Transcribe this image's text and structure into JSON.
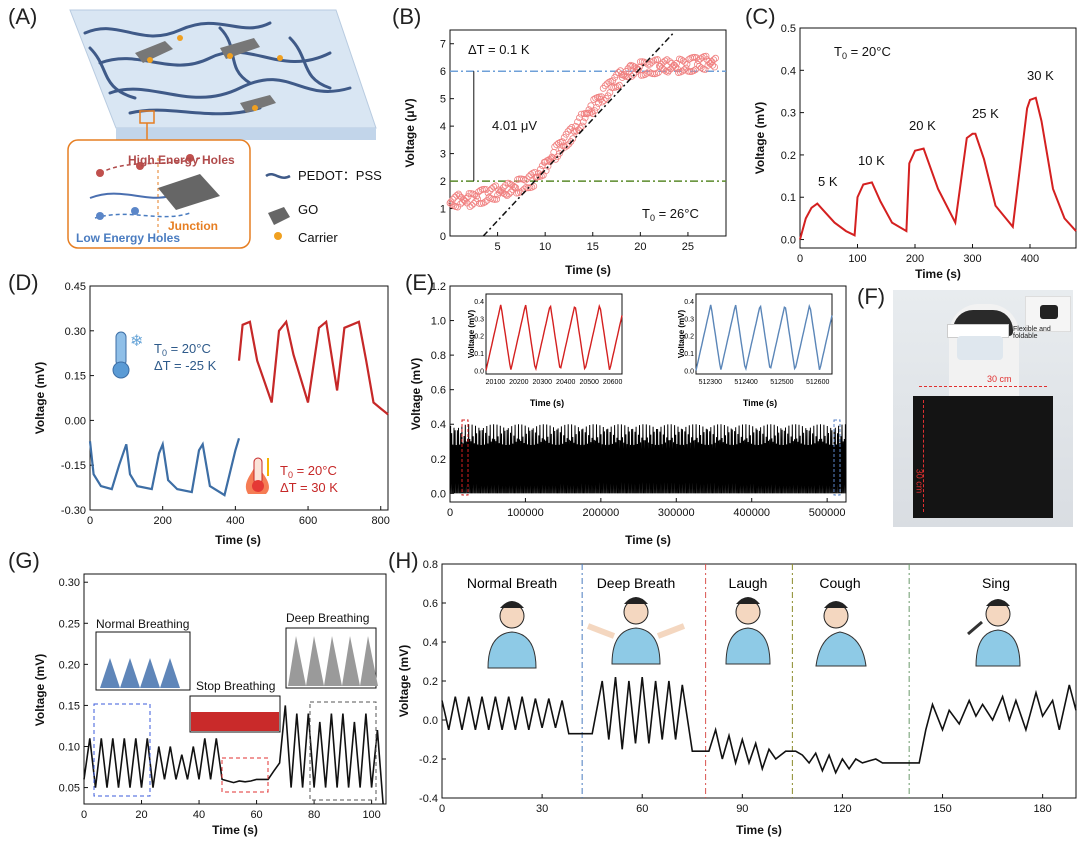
{
  "labels": {
    "A": "(A)",
    "B": "(B)",
    "C": "(C)",
    "D": "(D)",
    "E": "(E)",
    "F": "(F)",
    "G": "(G)",
    "H": "(H)"
  },
  "panelA": {
    "high": "High Energy Holes",
    "low": "Low Energy Holes",
    "junction": "Junction",
    "legend": [
      "PEDOT：PSS",
      "GO",
      "Carrier"
    ]
  },
  "panelB": {
    "dT": "ΔT = 0.1 K",
    "delta": "4.01 μV",
    "t0": "T",
    "t0sub": "0",
    "t0rest": " = 26°C",
    "ylabel": "Voltage (μV)",
    "xlabel": "Time (s)"
  },
  "panelC": {
    "t0": "T",
    "t0sub": "0",
    "t0rest": " = 20°C",
    "ylabel": "Voltage (mV)",
    "xlabel": "Time (s)",
    "peaks": [
      "5 K",
      "10 K",
      "20 K",
      "25 K",
      "30 K"
    ]
  },
  "panelD": {
    "cold1": "T",
    "cold1sub": "0",
    "cold1rest": " = 20°C",
    "cold2": "ΔT = -25 K",
    "hot1": "T",
    "hot1sub": "0",
    "hot1rest": " = 20°C",
    "hot2": "ΔT = 30 K",
    "ylabel": "Voltage (mV)",
    "xlabel": "Time (s)"
  },
  "panelE": {
    "ylabel": "Voltage (mV)",
    "xlabel": "Time (s)",
    "insetY": "Voltage (mV)",
    "insetX": "Time (s)"
  },
  "panelF": {
    "note": "Flexible and foldable",
    "w": "30 cm",
    "h": "30 cm"
  },
  "panelG": {
    "ylabel": "Voltage (mV)",
    "xlabel": "Time (s)",
    "normal": "Normal Breathing",
    "stop": "Stop Breathing",
    "deep": "Deep Breathing"
  },
  "panelH": {
    "ylabel": "Voltage (mV)",
    "xlabel": "Time (s)",
    "sections": [
      "Normal Breath",
      "Deep Breath",
      "Laugh",
      "Cough",
      "Sing"
    ]
  },
  "chart_data": [
    {
      "type": "scatter",
      "panel": "B",
      "xlabel": "Time (s)",
      "ylabel": "Voltage (μV)",
      "xlim": [
        0,
        29
      ],
      "ylim": [
        0,
        7.5
      ],
      "xticks": [
        5,
        10,
        15,
        20,
        25
      ],
      "yticks": [
        0,
        1,
        2,
        3,
        4,
        5,
        6,
        7
      ],
      "baselines": {
        "high": 6.0,
        "low": 2.0
      },
      "x": [
        0,
        1,
        2,
        3,
        4,
        5,
        6,
        7,
        8,
        9,
        10,
        11,
        12,
        13,
        14,
        15,
        16,
        17,
        18,
        19,
        20,
        21,
        22,
        23,
        24,
        25,
        26,
        27,
        28
      ],
      "y": [
        1.2,
        1.3,
        1.3,
        1.4,
        1.5,
        1.6,
        1.7,
        1.8,
        1.9,
        2.1,
        2.5,
        3.0,
        3.4,
        3.8,
        4.3,
        4.7,
        5.1,
        5.5,
        5.8,
        6.0,
        6.1,
        6.1,
        6.2,
        6.2,
        6.2,
        6.2,
        6.3,
        6.3,
        6.3
      ]
    },
    {
      "type": "line",
      "panel": "C",
      "xlabel": "Time (s)",
      "ylabel": "Voltage (mV)",
      "xlim": [
        0,
        480
      ],
      "ylim": [
        -0.02,
        0.5
      ],
      "xticks": [
        0,
        100,
        200,
        300,
        400
      ],
      "yticks": [
        0.0,
        0.1,
        0.2,
        0.3,
        0.4,
        0.5
      ],
      "series": [
        {
          "x": [
            0,
            10,
            20,
            30,
            40,
            60,
            80,
            95,
            100,
            110,
            125,
            140,
            160,
            185,
            190,
            200,
            215,
            240,
            270,
            290,
            300,
            305,
            320,
            340,
            370,
            395,
            400,
            410,
            420,
            440,
            460,
            480
          ],
          "y": [
            0.0,
            0.05,
            0.075,
            0.085,
            0.07,
            0.04,
            0.02,
            0.01,
            0.1,
            0.13,
            0.135,
            0.09,
            0.04,
            0.02,
            0.18,
            0.21,
            0.215,
            0.12,
            0.04,
            0.24,
            0.25,
            0.25,
            0.19,
            0.08,
            0.03,
            0.31,
            0.33,
            0.335,
            0.28,
            0.12,
            0.05,
            0.02
          ]
        }
      ]
    },
    {
      "type": "line",
      "panel": "D",
      "xlabel": "Time (s)",
      "ylabel": "Voltage (mV)",
      "xlim": [
        0,
        820
      ],
      "ylim": [
        -0.3,
        0.45
      ],
      "xticks": [
        0,
        200,
        400,
        600,
        800
      ],
      "yticks": [
        -0.3,
        -0.15,
        0.0,
        0.15,
        0.3,
        0.45
      ],
      "series": [
        {
          "x": [
            0,
            10,
            30,
            60,
            80,
            100,
            110,
            130,
            170,
            190,
            200,
            215,
            240,
            280,
            300,
            310,
            330,
            370,
            400,
            410
          ],
          "y": [
            -0.07,
            -0.18,
            -0.22,
            -0.23,
            -0.15,
            -0.08,
            -0.18,
            -0.22,
            -0.23,
            -0.11,
            -0.08,
            -0.2,
            -0.23,
            -0.24,
            -0.1,
            -0.08,
            -0.22,
            -0.25,
            -0.1,
            -0.06
          ]
        },
        {
          "x": [
            410,
            420,
            440,
            460,
            500,
            520,
            540,
            560,
            600,
            630,
            650,
            680,
            700,
            740,
            760,
            780,
            800,
            820
          ],
          "y": [
            0.2,
            0.32,
            0.33,
            0.2,
            0.06,
            0.3,
            0.33,
            0.22,
            0.06,
            0.31,
            0.33,
            0.1,
            0.31,
            0.33,
            0.2,
            0.06,
            0.04,
            0.02
          ]
        }
      ]
    },
    {
      "type": "line",
      "panel": "E",
      "xlabel": "Time (s)",
      "ylabel": "Voltage (mV)",
      "xlim": [
        0,
        525000
      ],
      "ylim": [
        -0.05,
        1.2
      ],
      "xticks": [
        0,
        100000,
        200000,
        300000,
        400000,
        500000
      ],
      "yticks": [
        0.0,
        0.2,
        0.4,
        0.6,
        0.8,
        1.0,
        1.2
      ],
      "envelope": {
        "min": 0.0,
        "max": 0.4
      },
      "insets": [
        {
          "xticks": [
            20100,
            20200,
            20300,
            20400,
            20500,
            20600
          ],
          "yticks": [
            0.0,
            0.1,
            0.2,
            0.3,
            0.4
          ],
          "peaks": 0.38
        },
        {
          "xticks": [
            512300,
            512400,
            512500,
            512600
          ],
          "yticks": [
            0.0,
            0.1,
            0.2,
            0.3,
            0.4
          ],
          "peaks": 0.38
        }
      ]
    },
    {
      "type": "line",
      "panel": "G",
      "xlabel": "Time (s)",
      "ylabel": "Voltage (mV)",
      "xlim": [
        0,
        105
      ],
      "ylim": [
        0.03,
        0.31
      ],
      "xticks": [
        0,
        20,
        40,
        60,
        80,
        100
      ],
      "yticks": [
        0.05,
        0.1,
        0.15,
        0.2,
        0.25,
        0.3
      ],
      "series": [
        {
          "x": [
            0,
            2,
            4,
            6,
            8,
            10,
            12,
            14,
            16,
            18,
            20,
            22,
            24,
            26,
            28,
            30,
            32,
            34,
            36,
            38,
            40,
            42,
            44,
            46,
            48,
            50,
            52,
            54,
            56,
            58,
            60,
            62,
            64,
            66,
            68,
            70,
            72,
            74,
            76,
            78,
            80,
            82,
            84,
            86,
            88,
            90,
            92,
            94,
            96,
            98,
            100,
            102,
            104
          ],
          "y": [
            0.06,
            0.11,
            0.05,
            0.11,
            0.05,
            0.11,
            0.05,
            0.11,
            0.05,
            0.11,
            0.05,
            0.11,
            0.05,
            0.1,
            0.06,
            0.1,
            0.06,
            0.09,
            0.06,
            0.1,
            0.06,
            0.11,
            0.06,
            0.11,
            0.06,
            0.058,
            0.056,
            0.058,
            0.057,
            0.058,
            0.06,
            0.06,
            0.06,
            0.07,
            0.08,
            0.15,
            0.05,
            0.14,
            0.05,
            0.14,
            0.05,
            0.13,
            0.05,
            0.14,
            0.05,
            0.14,
            0.05,
            0.13,
            0.05,
            0.14,
            0.05,
            0.12,
            0.03
          ]
        }
      ]
    },
    {
      "type": "line",
      "panel": "H",
      "xlabel": "Time (s)",
      "ylabel": "Voltage (mV)",
      "xlim": [
        0,
        190
      ],
      "ylim": [
        -0.4,
        0.8
      ],
      "xticks": [
        0,
        30,
        60,
        90,
        120,
        150,
        180
      ],
      "yticks": [
        -0.4,
        -0.2,
        0.0,
        0.2,
        0.4,
        0.6,
        0.8
      ],
      "boundaries": [
        42,
        79,
        105,
        140
      ],
      "series": [
        {
          "x": [
            0,
            2,
            4,
            6,
            8,
            10,
            12,
            14,
            16,
            18,
            20,
            22,
            24,
            26,
            28,
            30,
            32,
            34,
            36,
            38,
            45,
            48,
            50,
            52,
            54,
            56,
            58,
            60,
            62,
            64,
            66,
            68,
            70,
            72,
            75,
            80,
            82,
            84,
            86,
            88,
            90,
            92,
            94,
            96,
            98,
            100,
            103,
            106,
            108,
            110,
            112,
            114,
            116,
            118,
            120,
            122,
            124,
            126,
            128,
            130,
            132,
            135,
            138,
            141,
            143,
            145,
            147,
            150,
            152,
            155,
            158,
            160,
            162,
            165,
            168,
            170,
            172,
            175,
            178,
            180,
            183,
            185,
            188,
            190
          ],
          "y": [
            0.1,
            -0.05,
            0.12,
            -0.05,
            0.12,
            -0.05,
            0.12,
            -0.05,
            0.12,
            -0.05,
            0.12,
            -0.05,
            0.12,
            -0.05,
            0.11,
            -0.04,
            0.11,
            -0.04,
            0.1,
            -0.07,
            -0.07,
            0.2,
            -0.1,
            0.22,
            -0.15,
            0.2,
            -0.12,
            0.22,
            -0.12,
            0.2,
            -0.1,
            0.2,
            -0.1,
            0.18,
            -0.16,
            -0.16,
            -0.05,
            -0.2,
            -0.08,
            -0.22,
            -0.1,
            -0.22,
            -0.12,
            -0.25,
            -0.15,
            -0.2,
            -0.16,
            -0.16,
            -0.18,
            -0.22,
            -0.17,
            -0.26,
            -0.18,
            -0.27,
            -0.2,
            -0.25,
            -0.2,
            -0.22,
            -0.21,
            -0.2,
            -0.22,
            -0.22,
            -0.22,
            -0.22,
            -0.22,
            -0.05,
            0.08,
            -0.05,
            0.05,
            -0.02,
            0.1,
            0.02,
            0.08,
            0.0,
            0.12,
            0.0,
            0.1,
            -0.05,
            0.14,
            0.02,
            0.1,
            -0.05,
            0.18,
            0.05
          ]
        }
      ]
    }
  ]
}
